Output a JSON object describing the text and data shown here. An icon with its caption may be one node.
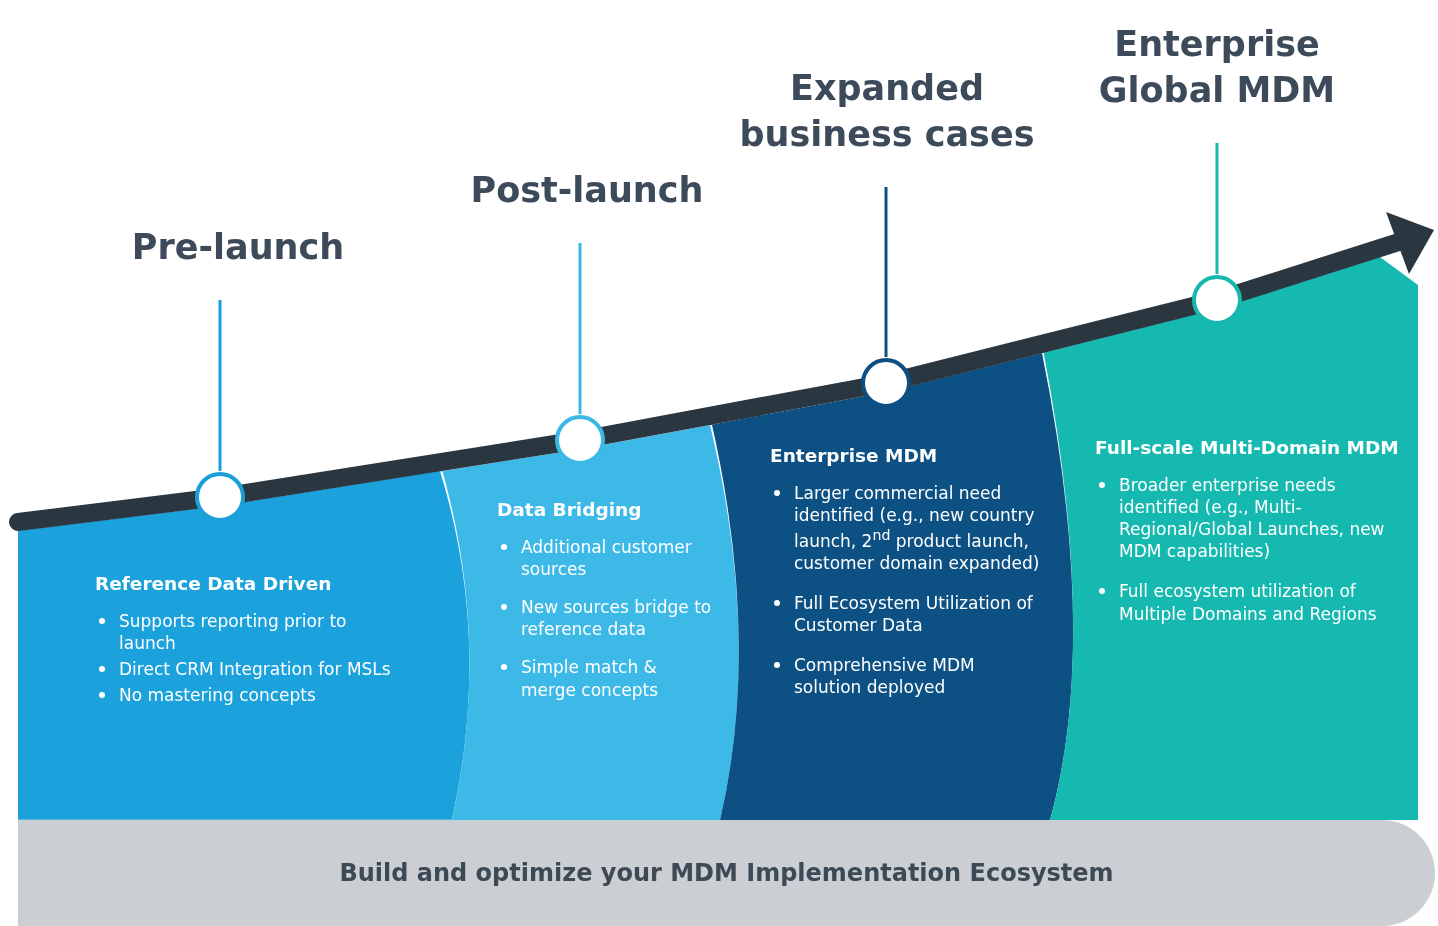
{
  "diagram": {
    "nodes": [
      {
        "text": [
          "Pre-launch"
        ]
      },
      {
        "text": [
          "Post-launch"
        ]
      },
      {
        "text": [
          "Expanded business cases"
        ]
      },
      {
        "text": [
          "Enterprise Global MDM"
        ]
      },
      {
        "text": [],
        "shape": "circle"
      },
      {
        "text": [],
        "shape": "circle"
      },
      {
        "text": [],
        "shape": "circle"
      },
      {
        "text": [],
        "shape": "circle"
      },
      {
        "text": [
          "Reference Data Driven",
          "Supports reporting prior to launch",
          "Direct CRM Integration for MSLs",
          "No mastering concepts"
        ]
      },
      {
        "text": [
          "Data Bridging",
          "Additional customer sources",
          "New sources bridge to reference data",
          "Simple match & merge concepts"
        ]
      },
      {
        "text": [
          "Enterprise MDM",
          "Larger commercial need identified (e.g., new country launch, 2$^{nd}$ product launch, customer domain expanded)",
          "Full Ecosystem Utilization of Customer Data",
          "Comprehensive MDM solution deployed"
        ]
      },
      {
        "text": [
          "Full-scale Multi-Domain MDM",
          "Broader enterprise needs identified (e.g., Multi-Regional/Global Launches, new MDM capabilities)",
          "Full ecosystem utilization of Multiple Domains and Regions"
        ]
      },
      {
        "text": [
          "Build and optimize your MDM Implementation Ecosystem"
        ]
      }
    ],
    "edges": [
      {
        "from": 0,
        "to": 4,
        "arrow": "none",
        "color": "#1a9fd9"
      },
      {
        "from": 1,
        "to": 5,
        "arrow": "none",
        "color": "#3bb8e6"
      },
      {
        "from": 2,
        "to": 6,
        "arrow": "none",
        "color": "#0c4f80"
      },
      {
        "from": 3,
        "to": 7,
        "arrow": "none",
        "color": "#16b7ae"
      }
    ]
  }
}
